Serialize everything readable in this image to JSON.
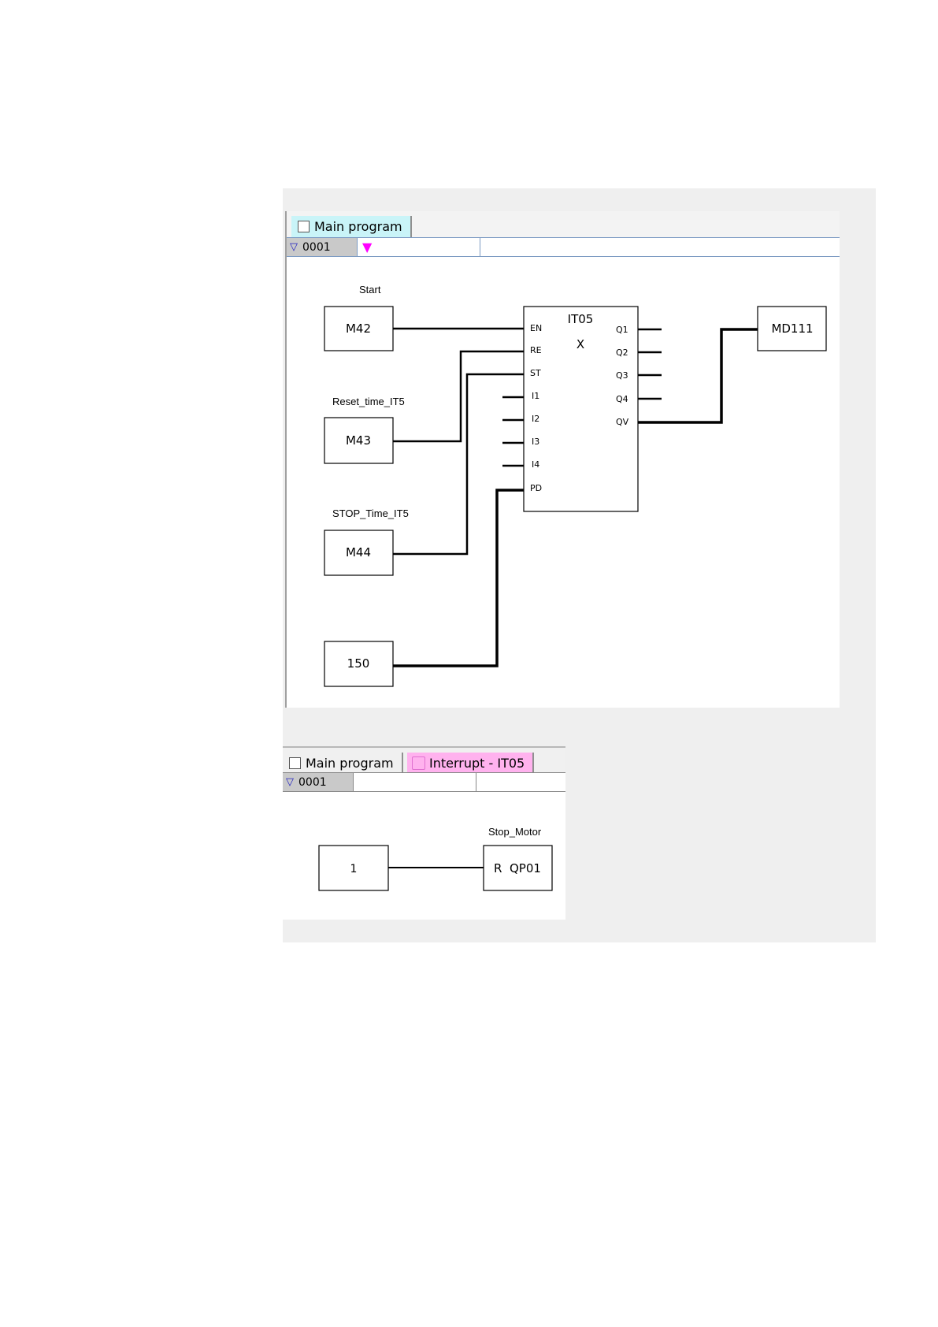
{
  "top_editor": {
    "tab_main": "Main program",
    "network_number": "0001",
    "labels": {
      "start": "Start",
      "reset": "Reset_time_IT5",
      "stop": "STOP_Time_IT5"
    },
    "operands": {
      "m42": "M42",
      "m43": "M43",
      "m44": "M44",
      "const": "150",
      "out": "MD111"
    },
    "block": {
      "name": "IT05",
      "parameter": "X",
      "inputs": [
        "EN",
        "RE",
        "ST",
        "I1",
        "I2",
        "I3",
        "I4",
        "PD"
      ],
      "outputs": [
        "Q1",
        "Q2",
        "Q3",
        "Q4",
        "QV"
      ]
    }
  },
  "bottom_editor": {
    "tab_main": "Main program",
    "tab_interrupt": "Interrupt - IT05",
    "network_number": "0001",
    "label_stop": "Stop_Motor",
    "operand_in": "1",
    "operand_out": "R  QP01"
  },
  "colors": {
    "panel": "#efefef",
    "tab_main_active": "#c9f4f8",
    "tab_interrupt": "#ffb2ee",
    "marker": "#ff00ff"
  }
}
